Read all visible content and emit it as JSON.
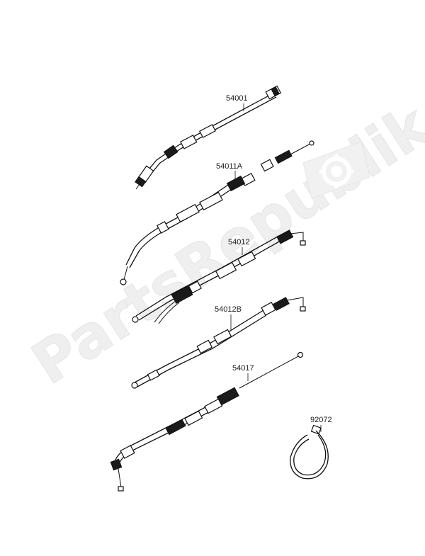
{
  "watermark": {
    "text": "PartsRepublik",
    "icon": "gear-icon"
  },
  "parts": [
    {
      "id": "54001"
    },
    {
      "id": "54011A"
    },
    {
      "id": "54012"
    },
    {
      "id": "54012B"
    },
    {
      "id": "54017"
    },
    {
      "id": "92072"
    }
  ]
}
